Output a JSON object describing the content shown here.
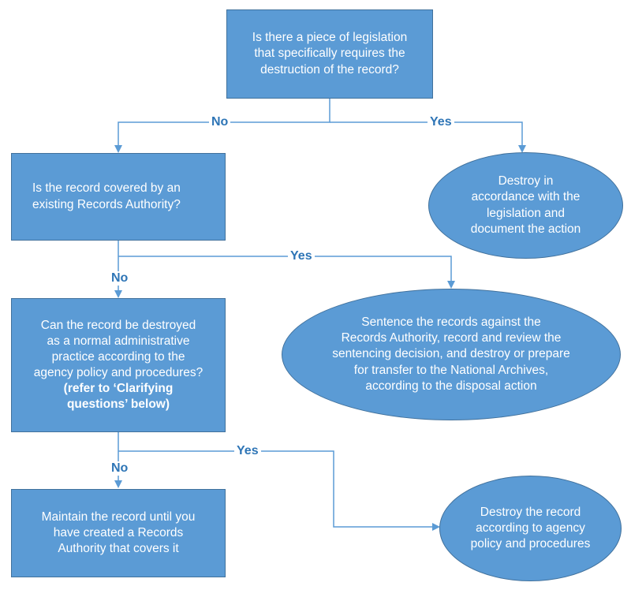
{
  "colors": {
    "box_fill": "#5b9bd5",
    "box_border": "#41719c",
    "connector": "#5b9bd5",
    "label_text": "#2e75b6"
  },
  "nodes": {
    "q_legislation": {
      "lines": [
        "Is there a piece of legislation",
        "that specifically requires the",
        "destruction of the record?"
      ]
    },
    "destroy_legislation": {
      "lines": [
        "Destroy in",
        "accordance with the",
        "legislation and",
        "document the action"
      ]
    },
    "q_records_authority": {
      "lines": [
        "Is the record covered by an",
        "existing Records Authority?"
      ]
    },
    "sentence_records": {
      "lines": [
        "Sentence the records against the",
        "Records Authority, record and review the",
        "sentencing decision, and destroy or prepare",
        "for transfer to the National Archives,",
        "according to the disposal action"
      ]
    },
    "q_normal_admin": {
      "lines": [
        "Can the record be destroyed",
        "as a normal administrative",
        "practice according to the",
        "agency policy and procedures?"
      ],
      "bold_lines": [
        "(refer to ‘Clarifying",
        "questions’ below)"
      ]
    },
    "maintain_record": {
      "lines": [
        "Maintain the record until you",
        "have created a Records",
        "Authority that covers it"
      ]
    },
    "destroy_agency": {
      "lines": [
        "Destroy the record",
        "according to agency",
        "policy and procedures"
      ]
    }
  },
  "edges": {
    "legislation_no": "No",
    "legislation_yes": "Yes",
    "authority_no": "No",
    "authority_yes": "Yes",
    "admin_no": "No",
    "admin_yes": "Yes"
  }
}
